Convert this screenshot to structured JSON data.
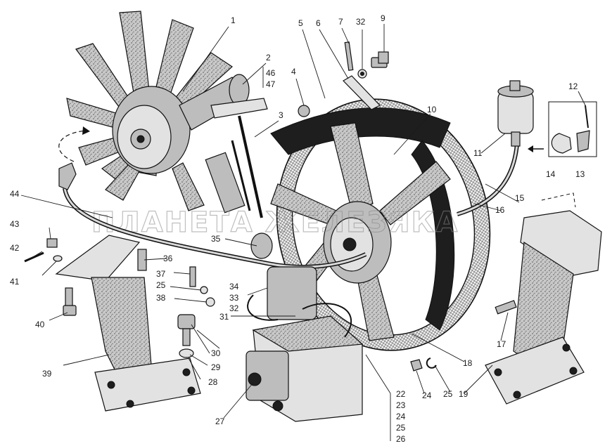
{
  "watermark": "ПЛАНЕТА ЖЕЛЕЗЯКА",
  "callouts": [
    {
      "id": "c1",
      "text": "1"
    },
    {
      "id": "c2",
      "text": "2"
    },
    {
      "id": "c46",
      "text": "46"
    },
    {
      "id": "c47",
      "text": "47"
    },
    {
      "id": "c3",
      "text": "3"
    },
    {
      "id": "c4",
      "text": "4"
    },
    {
      "id": "c5",
      "text": "5"
    },
    {
      "id": "c6",
      "text": "6"
    },
    {
      "id": "c7",
      "text": "7"
    },
    {
      "id": "c32a",
      "text": "32"
    },
    {
      "id": "c9",
      "text": "9"
    },
    {
      "id": "c10",
      "text": "10"
    },
    {
      "id": "c11",
      "text": "11"
    },
    {
      "id": "c12",
      "text": "12"
    },
    {
      "id": "c13",
      "text": "13"
    },
    {
      "id": "c14",
      "text": "14"
    },
    {
      "id": "c15",
      "text": "15"
    },
    {
      "id": "c16",
      "text": "16"
    },
    {
      "id": "c44",
      "text": "44"
    },
    {
      "id": "c43",
      "text": "43"
    },
    {
      "id": "c42",
      "text": "42"
    },
    {
      "id": "c41",
      "text": "41"
    },
    {
      "id": "c40",
      "text": "40"
    },
    {
      "id": "c39",
      "text": "39"
    },
    {
      "id": "c36",
      "text": "36"
    },
    {
      "id": "c37",
      "text": "37"
    },
    {
      "id": "c25a",
      "text": "25"
    },
    {
      "id": "c38",
      "text": "38"
    },
    {
      "id": "c35",
      "text": "35"
    },
    {
      "id": "c34",
      "text": "34"
    },
    {
      "id": "c33",
      "text": "33"
    },
    {
      "id": "c32b",
      "text": "32"
    },
    {
      "id": "c31",
      "text": "31"
    },
    {
      "id": "c30",
      "text": "30"
    },
    {
      "id": "c29",
      "text": "29"
    },
    {
      "id": "c28",
      "text": "28"
    },
    {
      "id": "c27",
      "text": "27"
    },
    {
      "id": "c22",
      "text": "22"
    },
    {
      "id": "c23",
      "text": "23"
    },
    {
      "id": "c24a",
      "text": "24"
    },
    {
      "id": "c25b",
      "text": "25"
    },
    {
      "id": "c26",
      "text": "26"
    },
    {
      "id": "c24b",
      "text": "24"
    },
    {
      "id": "c25c",
      "text": "25"
    },
    {
      "id": "c19",
      "text": "19"
    },
    {
      "id": "c18",
      "text": "18"
    },
    {
      "id": "c17",
      "text": "17"
    }
  ]
}
